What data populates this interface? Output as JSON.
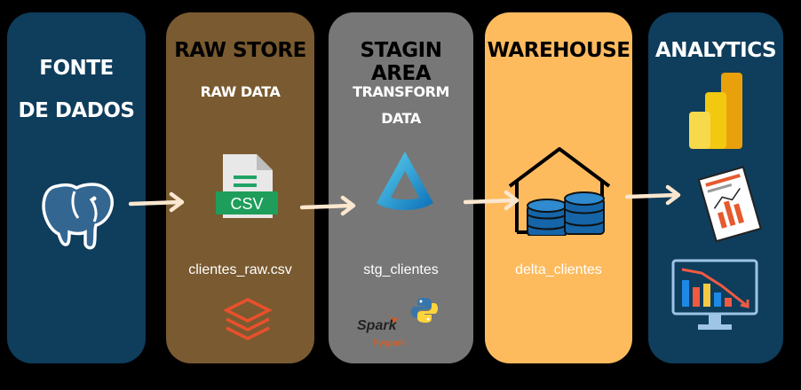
{
  "stages": [
    {
      "title_line1": "FONTE",
      "title_line2": "DE DADOS",
      "color": "#0f3d5c",
      "icons": [
        "postgresql-elephant-icon"
      ]
    },
    {
      "title": "RAW STORE",
      "subtitle": "RAW DATA",
      "item_label": "clientes_raw.csv",
      "color": "#7a5a30",
      "icons": [
        "csv-file-icon",
        "databricks-layers-icon"
      ]
    },
    {
      "title": "STAGIN AREA",
      "subtitle_line1": "TRANSFORM",
      "subtitle_line2": "DATA",
      "item_label": "stg_clientes",
      "color": "#777777",
      "icons": [
        "azure-data-factory-icon",
        "spark-logo",
        "python-icon"
      ]
    },
    {
      "title": "WAREHOUSE",
      "item_label": "delta_clientes",
      "color": "#fdbb5e",
      "icons": [
        "warehouse-database-icon"
      ]
    },
    {
      "title": "ANALYTICS",
      "color": "#0f3d5c",
      "icons": [
        "power-bi-icon",
        "report-icon",
        "dashboard-monitor-icon"
      ]
    }
  ],
  "badges": {
    "csv": "CSV",
    "spark": "Spark",
    "pyspark": "Pyspark"
  }
}
